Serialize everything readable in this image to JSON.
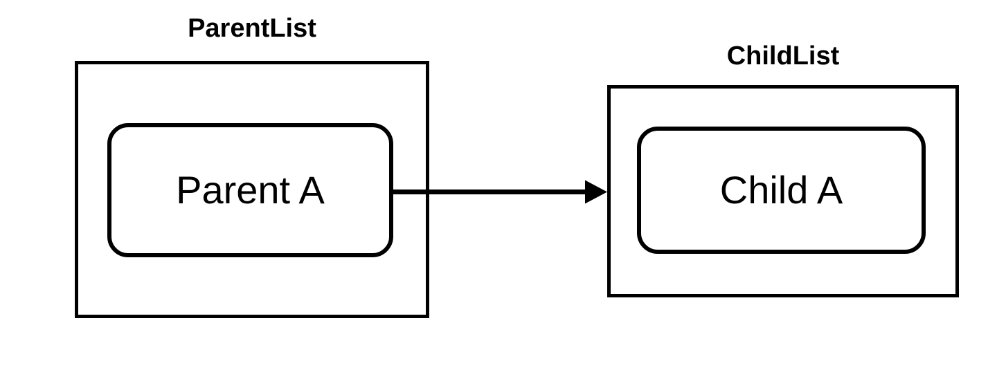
{
  "diagram": {
    "groups": [
      {
        "id": "parent-list",
        "title": "ParentList",
        "nodes": [
          {
            "id": "parent-a",
            "label": "Parent A"
          }
        ]
      },
      {
        "id": "child-list",
        "title": "ChildList",
        "nodes": [
          {
            "id": "child-a",
            "label": "Child A"
          }
        ]
      }
    ],
    "edges": [
      {
        "from": "Parent A",
        "to": "Child A",
        "style": "solid",
        "arrowhead": "filled-triangle",
        "direction": "right"
      }
    ],
    "colors": {
      "stroke": "#000000",
      "text": "#000000",
      "background": "#ffffff"
    }
  }
}
